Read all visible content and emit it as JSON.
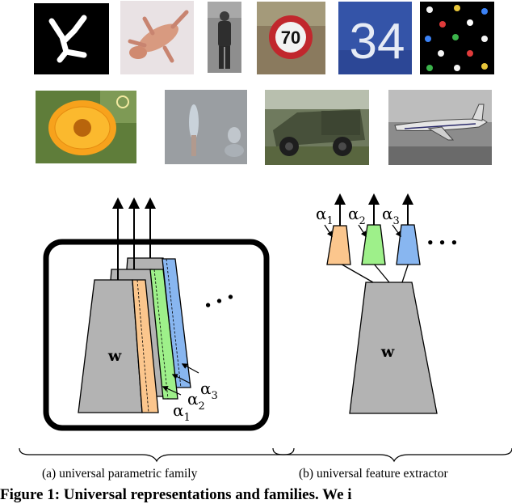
{
  "diagram_a": {
    "shared_label": "w",
    "adapter_labels": [
      "α",
      "α",
      "α"
    ],
    "adapter_subscripts": [
      "1",
      "2",
      "3"
    ],
    "ellipsis": "• • •",
    "caption": "(a) universal parametric family"
  },
  "diagram_b": {
    "shared_label": "w",
    "adapter_labels": [
      "α",
      "α",
      "α"
    ],
    "adapter_subscripts": [
      "1",
      "2",
      "3"
    ],
    "ellipsis": "• • •",
    "caption": "(b) universal feature extractor"
  },
  "figure_title": "Figure 1: Universal representations and families. We i",
  "sign_number": "70",
  "house_number": "34",
  "colors": {
    "gray": "#b3b3b3",
    "orange": "#fbc68d",
    "green": "#9ef08a",
    "blue": "#88b6f0"
  }
}
